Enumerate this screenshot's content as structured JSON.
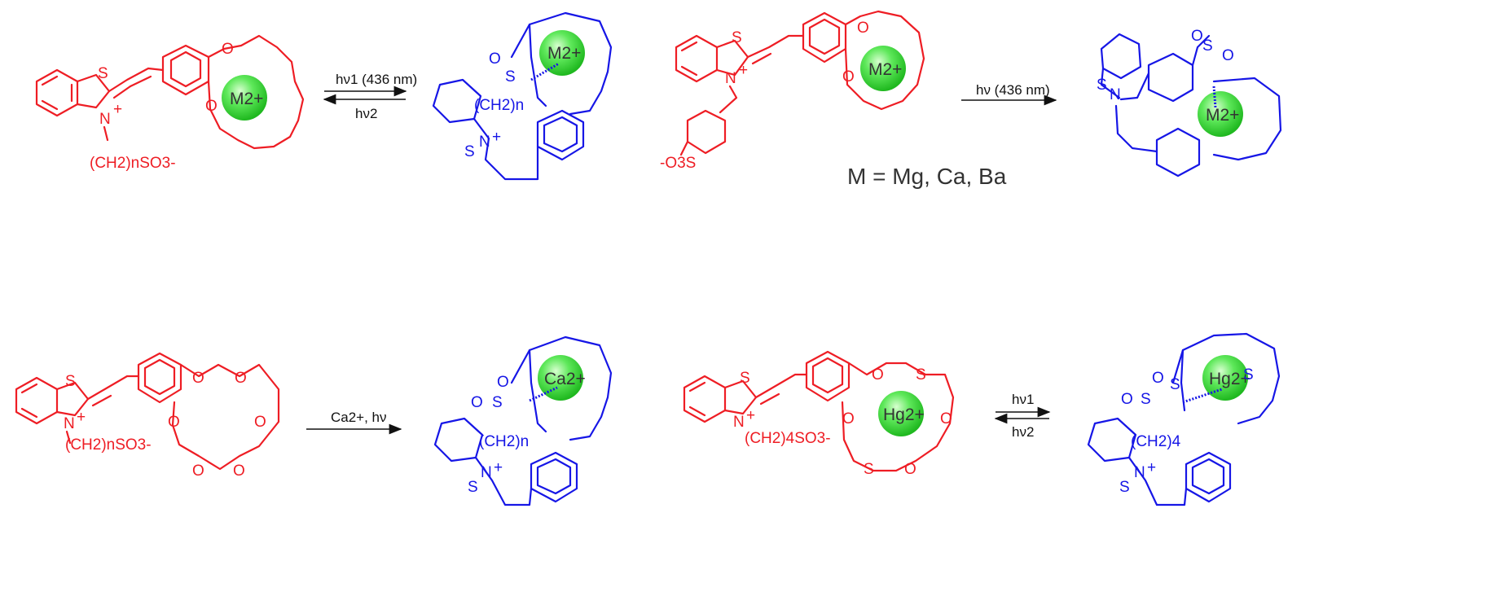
{
  "scheme": {
    "r1": {
      "left_substituent": "(CH2)nSO3-",
      "left_ion": "M2+",
      "arrow_top": "hν1 (436 nm)",
      "arrow_bottom": "hν2",
      "right_chain": "(CH2)n",
      "right_ion": "M2+"
    },
    "r2": {
      "left_substituent": "-O3S",
      "left_ion": "M2+",
      "arrow_top": "hν (436 nm)",
      "right_ion": "M2+",
      "note": "M = Mg, Ca, Ba"
    },
    "r3": {
      "left_substituent": "(CH2)nSO3-",
      "arrow_top": "Ca2+, hν",
      "right_chain": "(CH2)n",
      "right_ion": "Ca2+"
    },
    "r4": {
      "left_substituent": "(CH2)4SO3-",
      "left_ion": "Hg2+",
      "arrow_top": "hν1",
      "arrow_bottom": "hν2",
      "right_chain": "(CH2)4",
      "right_ion": "Hg2+"
    }
  },
  "labels": {
    "S": "S",
    "N": "N",
    "O": "O",
    "plus": "+",
    "minus": "-"
  },
  "colors": {
    "reactant": "#ee1d24",
    "product": "#1616e6",
    "ion_fill": "#33dd33"
  }
}
